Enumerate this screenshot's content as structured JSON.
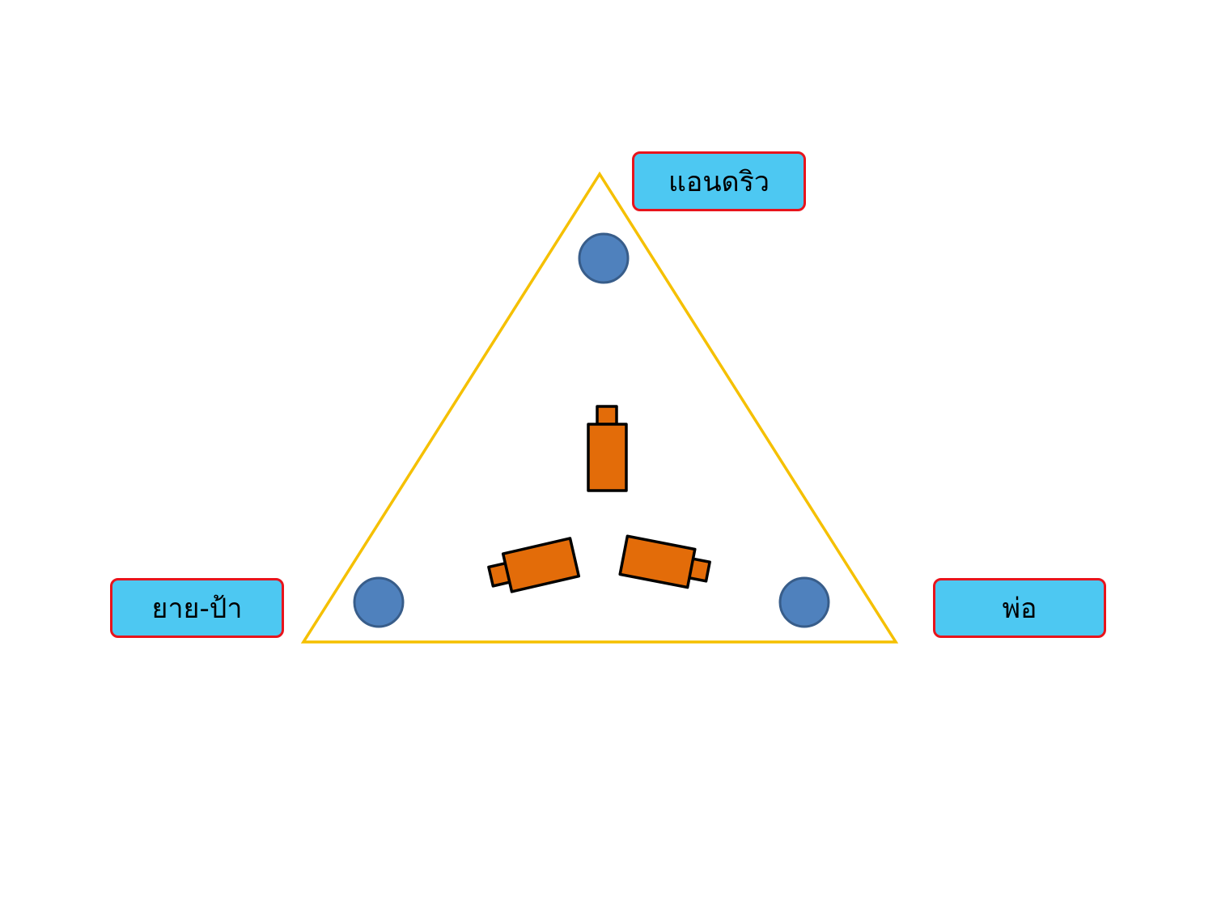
{
  "labels": {
    "top": "แอนดริว",
    "left": "ยาย-ป้า",
    "right": "พ่อ"
  },
  "colors": {
    "triangle": "#f5c000",
    "person": "#4f81bd",
    "camera": "#e36c09",
    "label_fill": "#4dc8f2",
    "label_border": "#e8141c"
  }
}
